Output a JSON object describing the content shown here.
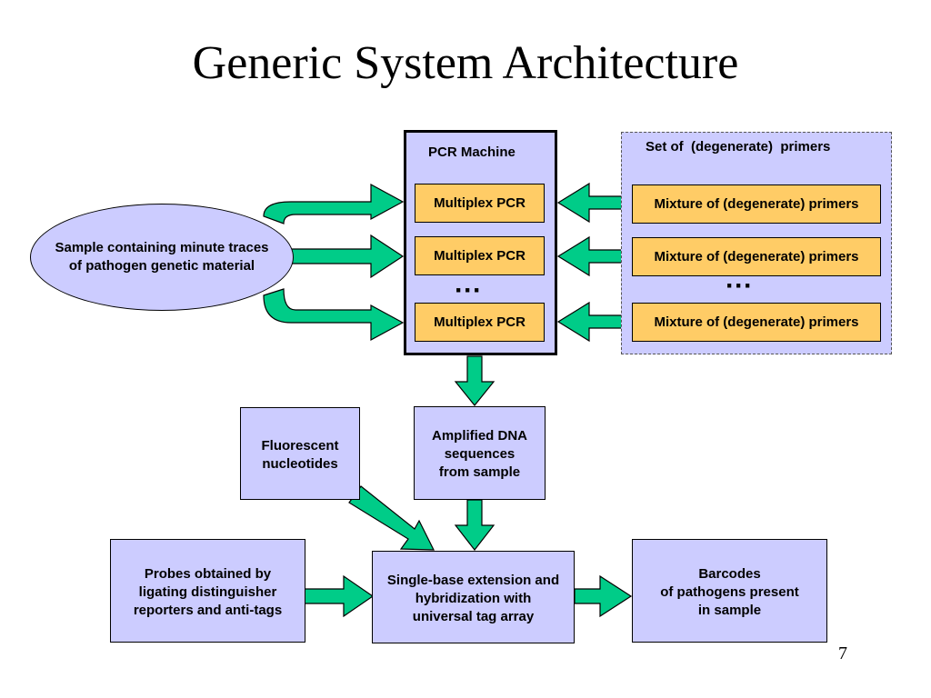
{
  "slide": {
    "title": "Generic System Architecture",
    "page_number": "7"
  },
  "pcr_machine": {
    "label": "PCR Machine",
    "items": [
      "Multiplex PCR",
      "Multiplex PCR",
      "Multiplex PCR"
    ],
    "ellipsis": "···"
  },
  "primer_set": {
    "label": "Set of  (degenerate)  primers",
    "items": [
      "Mixture of (degenerate) primers",
      "Mixture of (degenerate) primers",
      "Mixture of (degenerate) primers"
    ],
    "ellipsis": "···"
  },
  "sample": {
    "label": "Sample containing minute traces\nof pathogen genetic material"
  },
  "amplified_dna": {
    "label": "Amplified DNA\nsequences\nfrom sample"
  },
  "fluorescent": {
    "label": "Fluorescent\nnucleotides"
  },
  "probes": {
    "label": "Probes obtained by\nligating distinguisher\nreporters and anti-tags"
  },
  "extension": {
    "label": "Single-base extension and\nhybridization with\nuniversal tag array"
  },
  "barcodes": {
    "label": "Barcodes\nof pathogens present\nin sample"
  },
  "colors": {
    "arrow_fill": "#00cc88",
    "box_fill": "#ccccff",
    "pcr_fill": "#ffcc66"
  }
}
